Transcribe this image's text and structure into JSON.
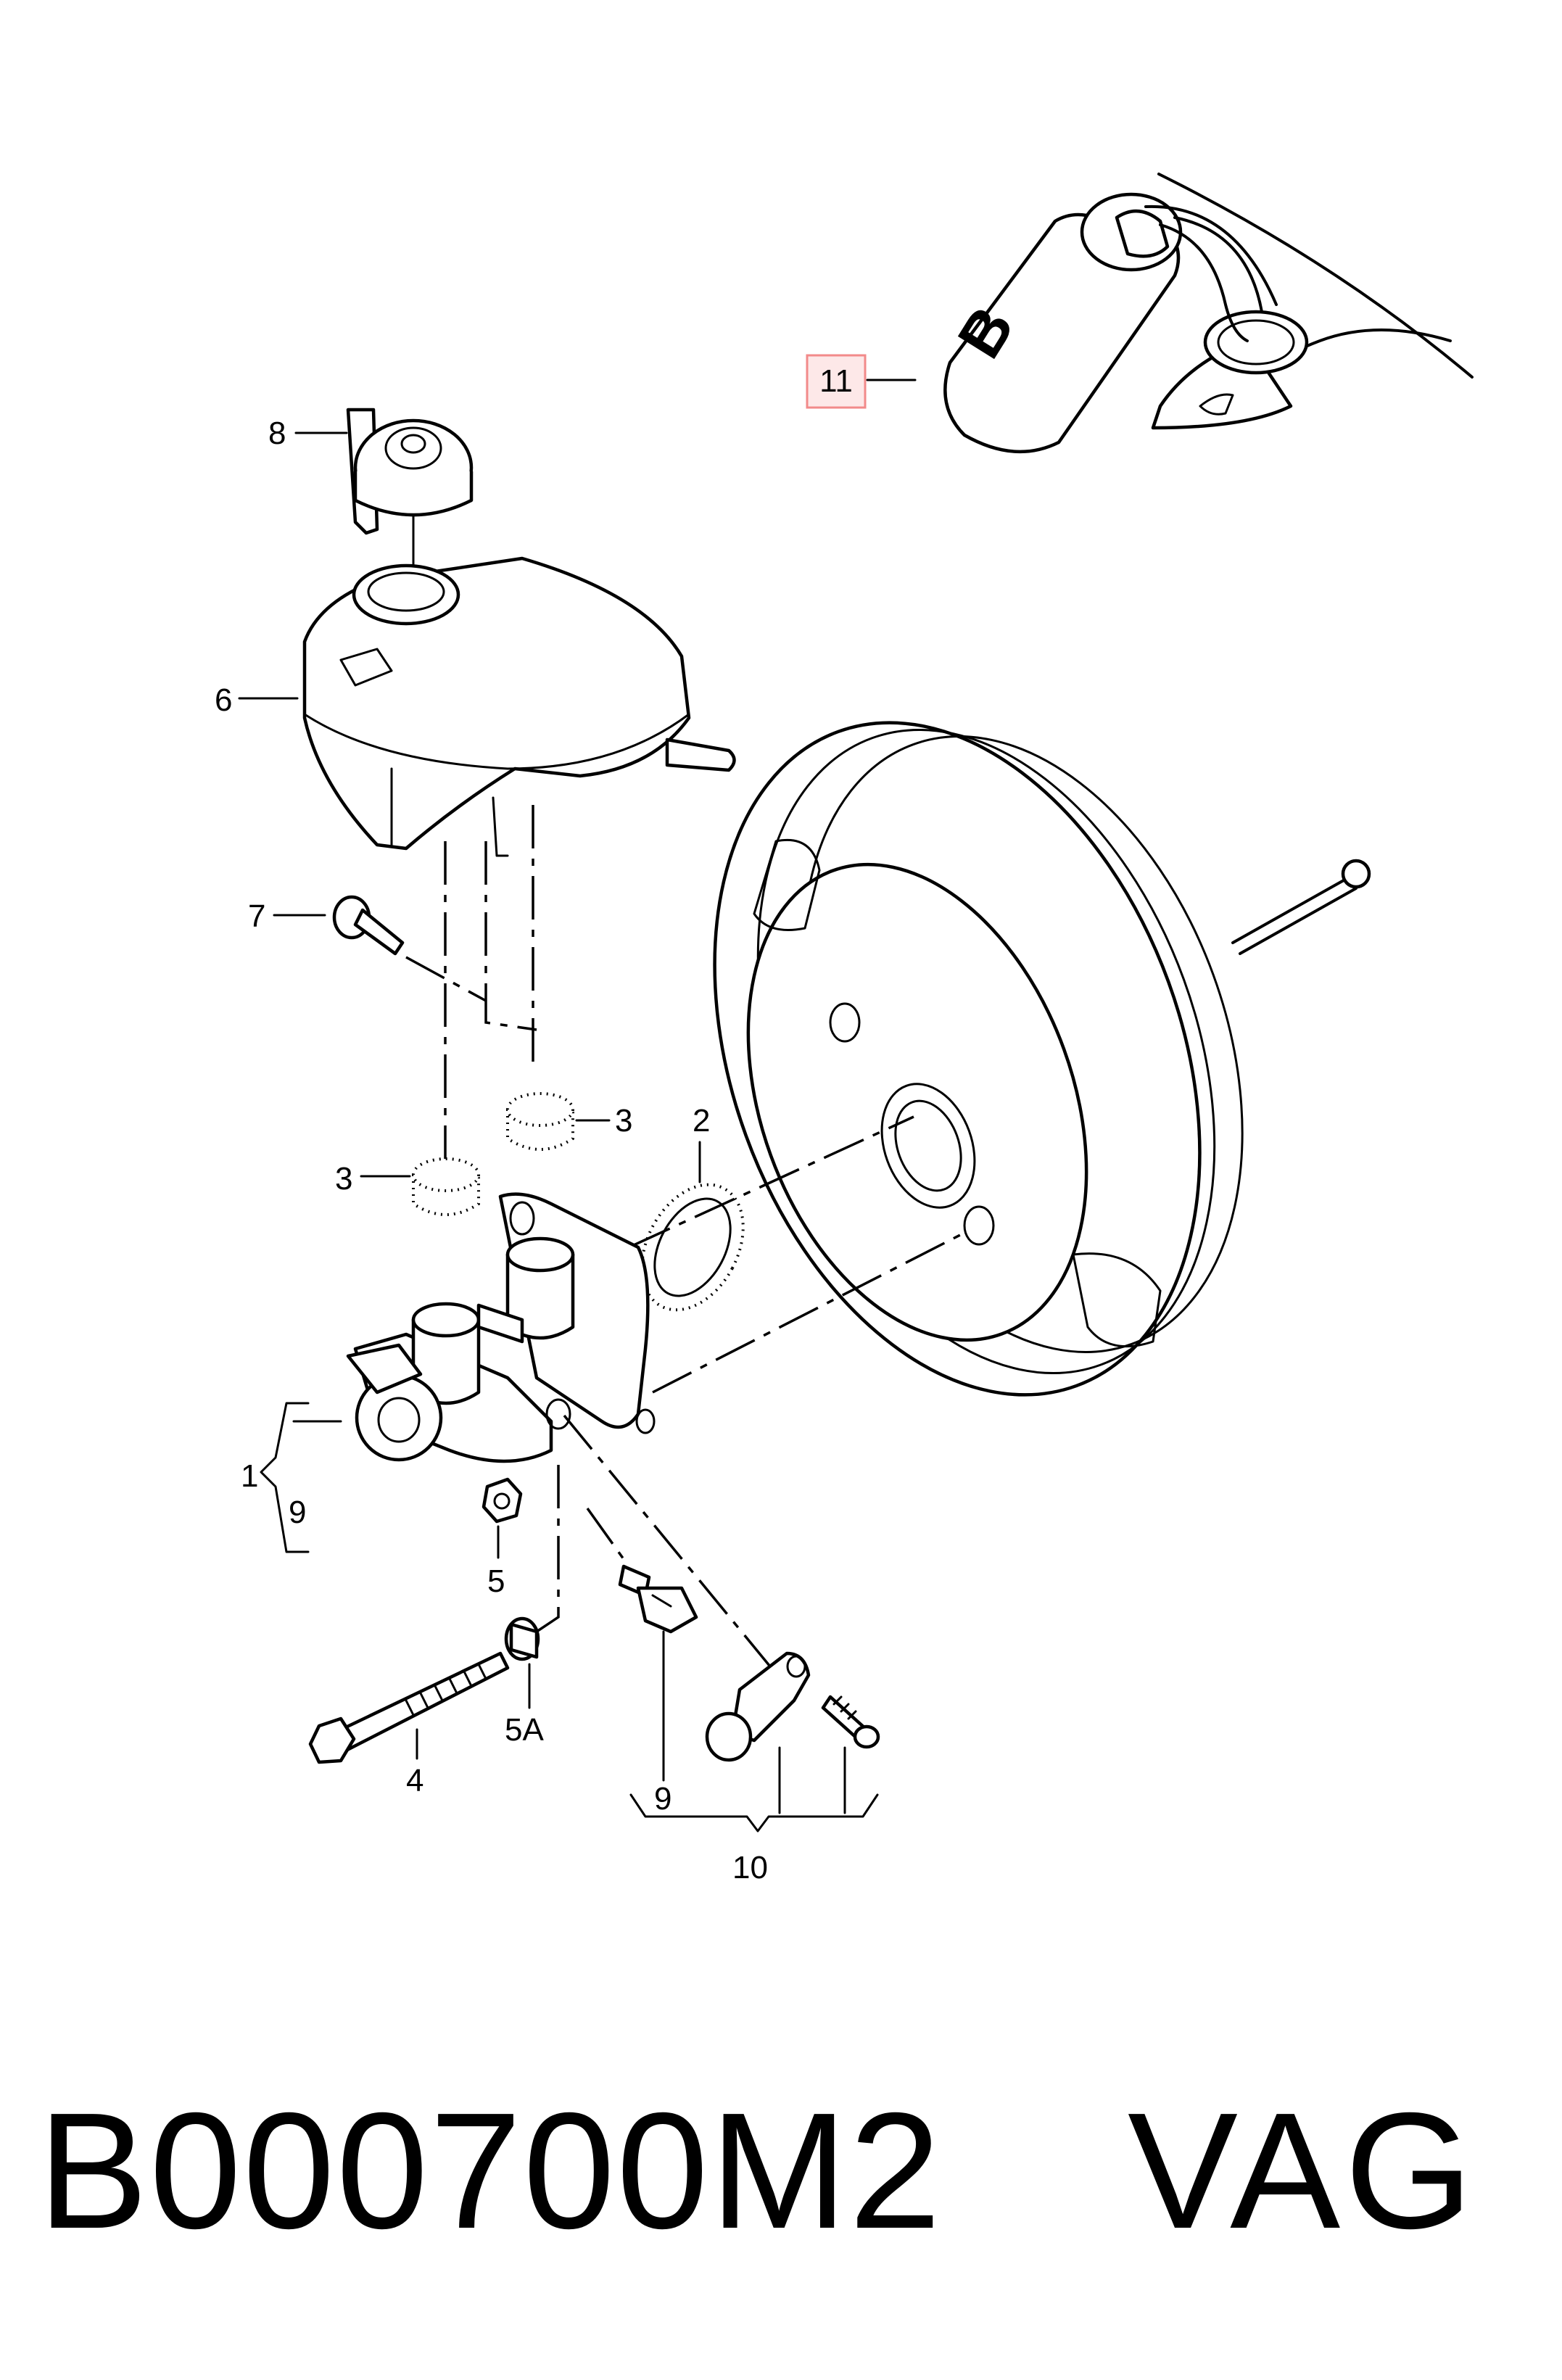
{
  "callouts": {
    "c1": "1",
    "c2": "2",
    "c3a": "3",
    "c3b": "3",
    "c4": "4",
    "c5": "5",
    "c5a": "5A",
    "c6": "6",
    "c7": "7",
    "c8": "8",
    "c9a": "9",
    "c9b": "9",
    "c10": "10",
    "c11": "11"
  },
  "bottle_letter": "B",
  "highlight_color": "#f28a8a",
  "highlight_fill": "#fde8e8",
  "footer": {
    "part_code": "B000700M2",
    "brand": "VAG"
  }
}
